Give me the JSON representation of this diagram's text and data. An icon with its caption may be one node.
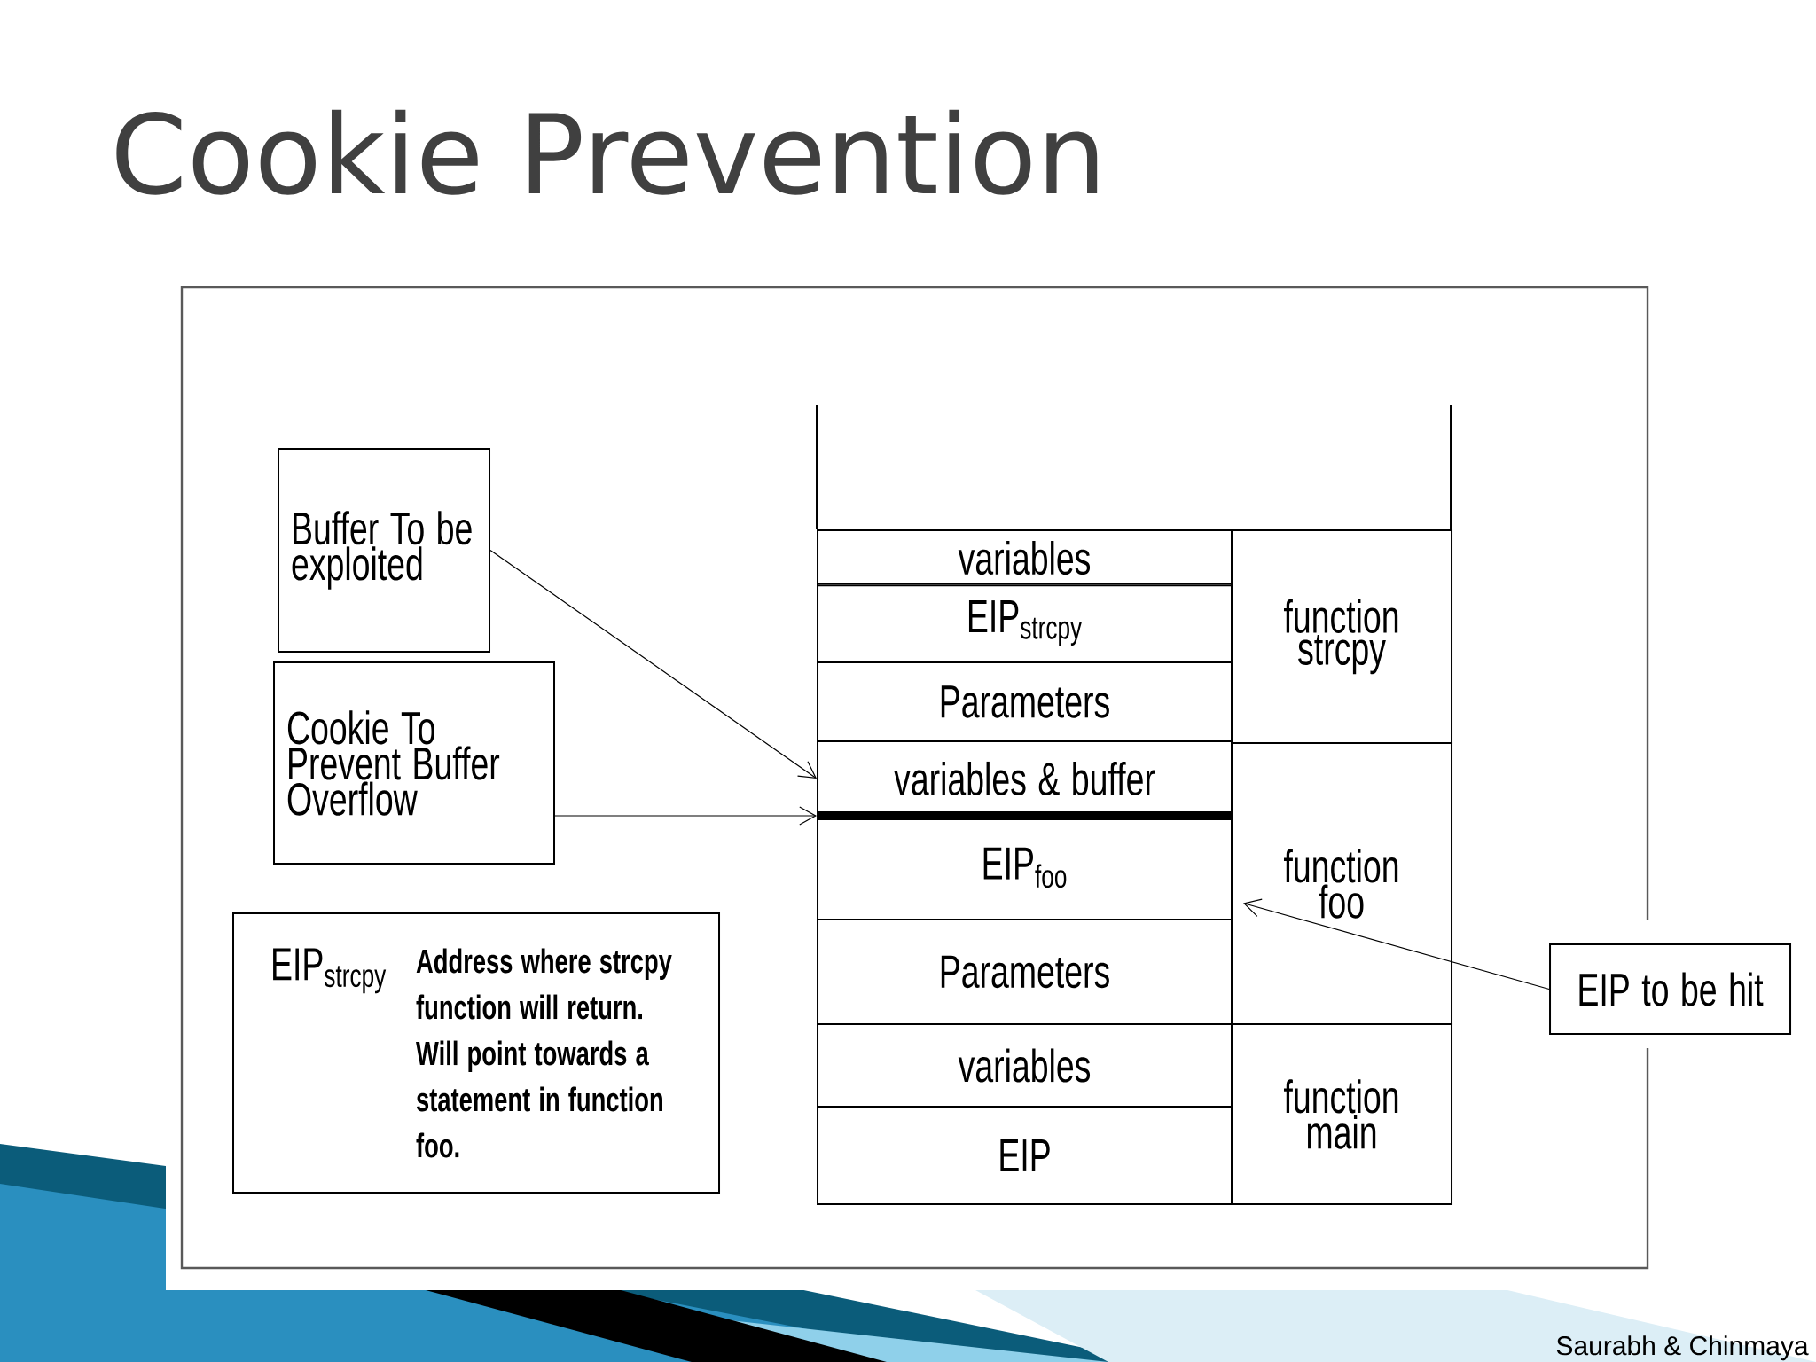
{
  "diagram": {
    "title": "Cookie Prevention",
    "nodes": [
      {
        "text": [
          "Buffer To be exploited"
        ]
      },
      {
        "text": [
          "Cookie To Prevent Buffer Overflow"
        ]
      },
      {
        "text": [
          "EIP$_{strcpy}$",
          "Address where strcpy function will return. Will point towards a statement in function foo."
        ]
      },
      {
        "text": [
          "variables"
        ]
      },
      {
        "text": [
          "EIP$_{strcpy}$"
        ]
      },
      {
        "text": [
          "Parameters"
        ]
      },
      {
        "text": [
          "variables &  buffer"
        ]
      },
      {
        "text": [],
        "shape": "bar"
      },
      {
        "text": [
          "EIP$_{foo}$"
        ]
      },
      {
        "text": [
          "Parameters"
        ]
      },
      {
        "text": [
          "variables"
        ]
      },
      {
        "text": [
          "EIP"
        ]
      },
      {
        "text": [
          "function strcpy"
        ]
      },
      {
        "text": [
          "function foo"
        ]
      },
      {
        "text": [
          "function main"
        ]
      },
      {
        "text": [
          "EIP to be hit"
        ]
      }
    ],
    "edges": [
      {
        "from": 0,
        "to": 6,
        "arrow": "to"
      },
      {
        "from": 1,
        "to": 7,
        "arrow": "to"
      },
      {
        "from": 15,
        "to": 13,
        "arrow": "to"
      }
    ],
    "labels": [
      "Saurabh & Chinmaya"
    ]
  }
}
